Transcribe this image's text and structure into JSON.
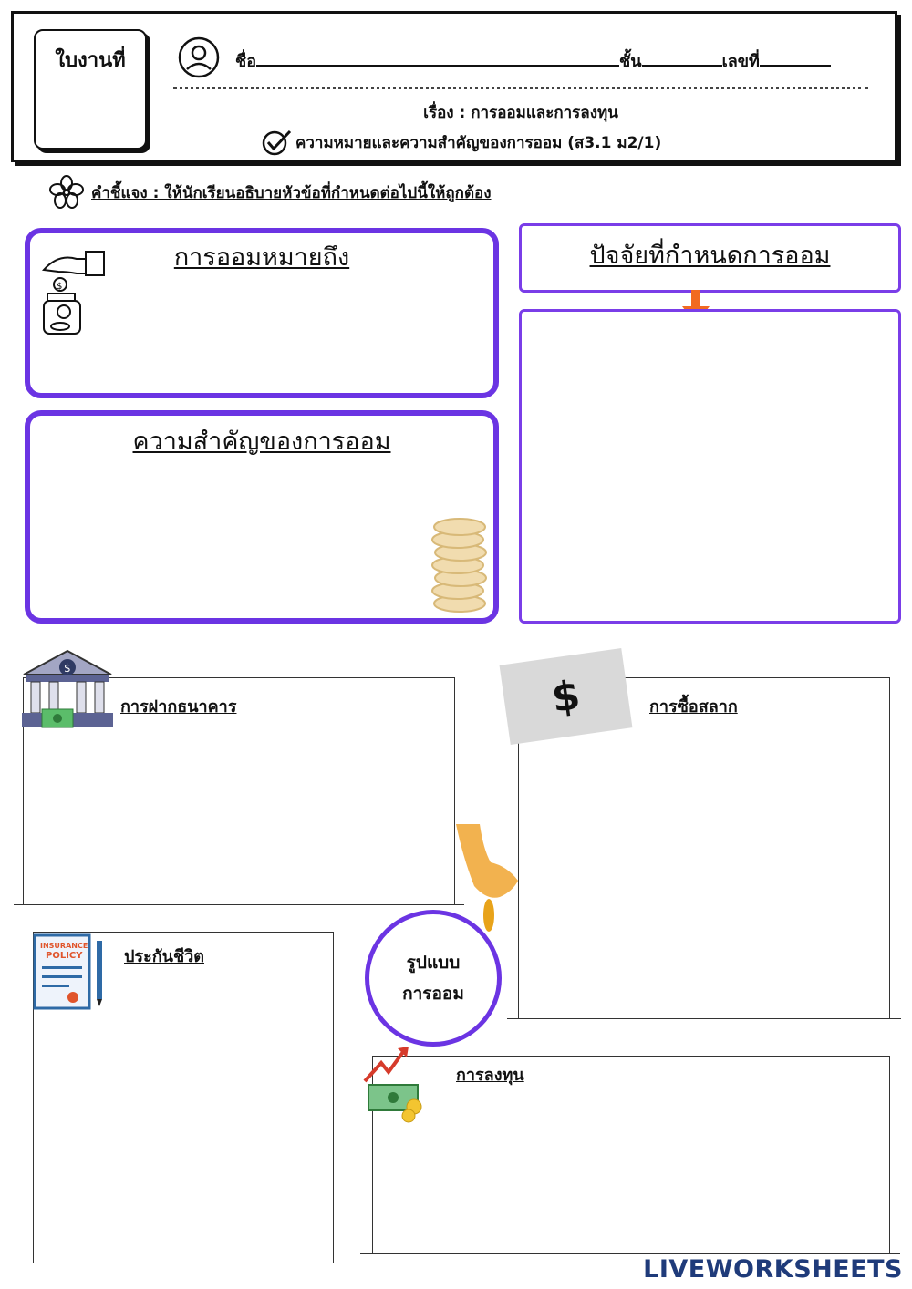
{
  "header": {
    "sheet_label": "ใบงานที่",
    "name_label": "ชื่อ",
    "class_label": "ชั้น",
    "number_label": "เลขที่",
    "topic": "เรื่อง  :  การออมและการลงทุน",
    "objective": "ความหมายและความสำคัญของการออม (ส3.1 ม2/1)"
  },
  "instruction": "คำชี้แจง : ให้นักเรียนอธิบายหัวข้อที่กำหนดต่อไปนี้ให้ถูกต้อง",
  "boxes": {
    "meaning_title": "การออมหมายถึง",
    "importance_title": "ความสำคัญของการออม",
    "factors_title": "ปัจจัยที่กำหนดการออม"
  },
  "forms": {
    "center_line1": "รูปแบบ",
    "center_line2": "การออม",
    "bank_deposit": "การฝากธนาคาร",
    "lottery": "การซื้อสลาก",
    "life_insurance": "ประกันชีวิต",
    "investment": "การลงทุน",
    "ticket_symbol": "$",
    "policy_text1": "INSURANCE",
    "policy_text2": "POLICY"
  },
  "logo": "LIVEWORKSHEETS",
  "colors": {
    "accent": "#6b34e3",
    "arrow": "#f26a21"
  }
}
